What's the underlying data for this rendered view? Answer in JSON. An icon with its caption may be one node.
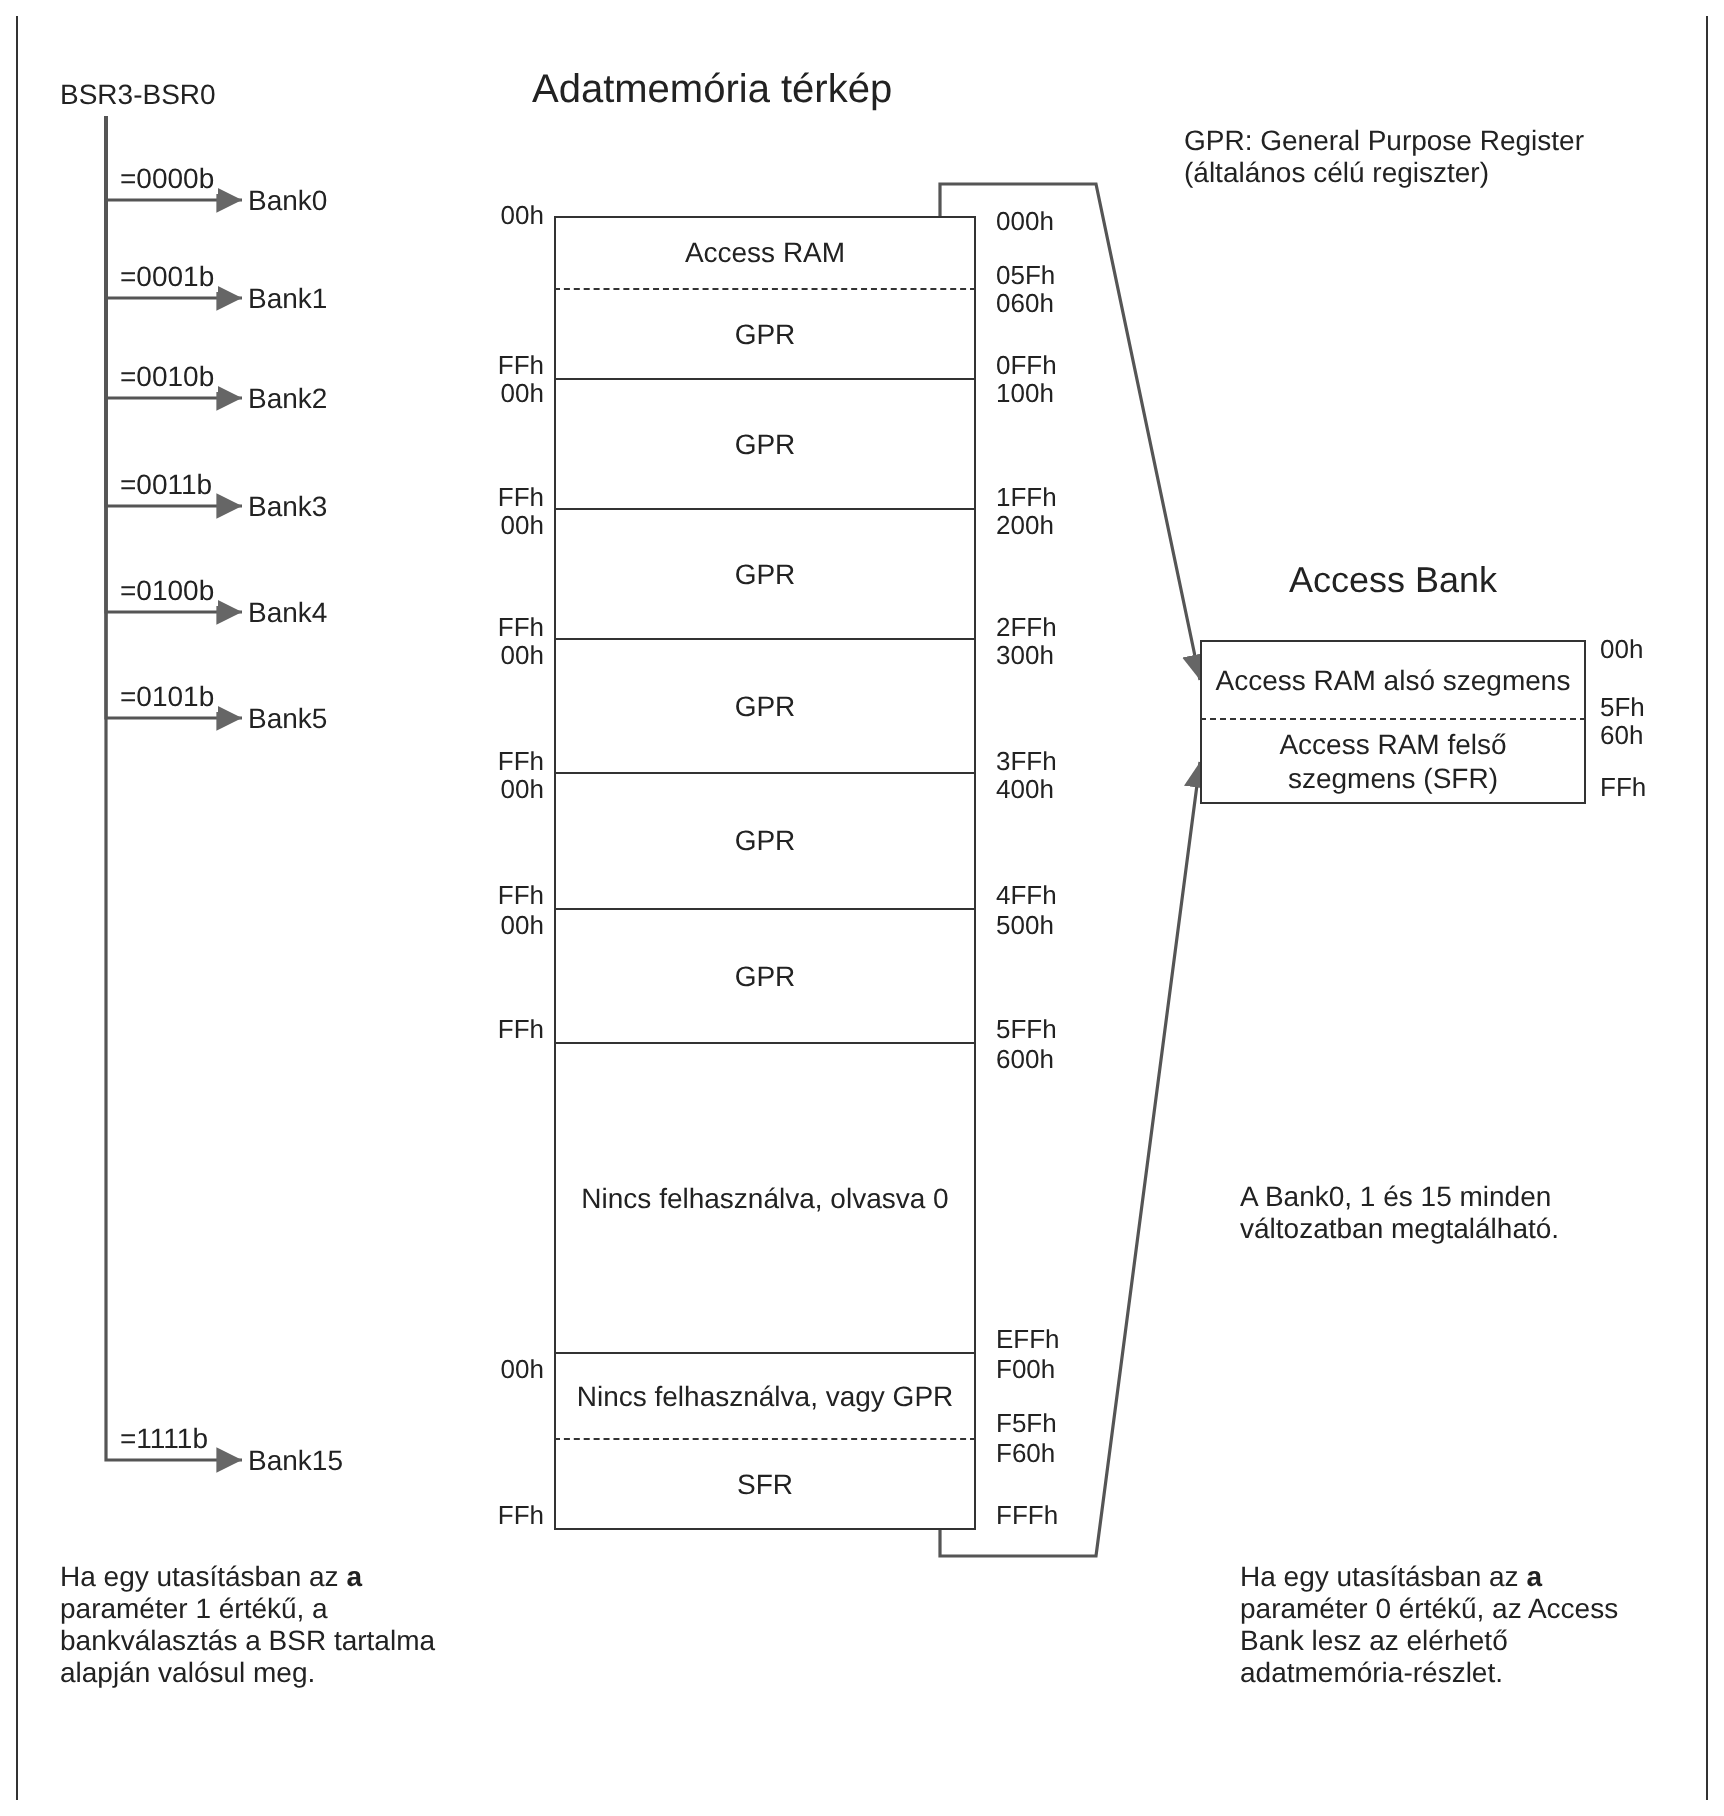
{
  "diagram": {
    "title": "Adatmemória térkép",
    "nodes": [
      {
        "text": [
          "BSR3-BSR0"
        ]
      },
      {
        "text": [
          "Bank0"
        ]
      },
      {
        "text": [
          "Bank1"
        ]
      },
      {
        "text": [
          "Bank2"
        ]
      },
      {
        "text": [
          "Bank3"
        ]
      },
      {
        "text": [
          "Bank4"
        ]
      },
      {
        "text": [
          "Bank5"
        ]
      },
      {
        "text": [
          "Bank15"
        ]
      },
      {
        "text": [
          "Access RAM"
        ],
        "beside": [
          "00h",
          "000h",
          "05Fh"
        ]
      },
      {
        "text": [
          "GPR"
        ],
        "beside": [
          "060h",
          "FFh",
          "0FFh"
        ]
      },
      {
        "text": [
          "GPR"
        ],
        "beside": [
          "00h",
          "100h",
          "FFh",
          "1FFh"
        ]
      },
      {
        "text": [
          "GPR"
        ],
        "beside": [
          "00h",
          "200h",
          "FFh",
          "2FFh"
        ]
      },
      {
        "text": [
          "GPR"
        ],
        "beside": [
          "00h",
          "300h",
          "FFh",
          "3FFh"
        ]
      },
      {
        "text": [
          "GPR"
        ],
        "beside": [
          "00h",
          "400h",
          "FFh",
          "4FFh"
        ]
      },
      {
        "text": [
          "GPR"
        ],
        "beside": [
          "00h",
          "500h",
          "FFh",
          "5FFh"
        ]
      },
      {
        "text": [
          "Nincs felhasználva, olvasva 0"
        ],
        "beside": [
          "600h",
          "EFFh"
        ]
      },
      {
        "text": [
          "Nincs felhasználva, vagy GPR"
        ],
        "beside": [
          "00h",
          "F00h",
          "F5Fh"
        ]
      },
      {
        "text": [
          "SFR"
        ],
        "beside": [
          "F60h",
          "FFh",
          "FFFh"
        ]
      },
      {
        "text": [
          "Access Bank"
        ]
      },
      {
        "text": [
          "Access RAM alsó szegmens"
        ],
        "in": 18,
        "beside": [
          "00h",
          "5Fh"
        ]
      },
      {
        "text": [
          "Access RAM felső szegmens (SFR)"
        ],
        "in": 18,
        "beside": [
          "60h",
          "FFh"
        ]
      }
    ],
    "edges": [
      {
        "from": 0,
        "to": 1,
        "label": "=0000b",
        "arrow": "to"
      },
      {
        "from": 0,
        "to": 2,
        "label": "=0001b",
        "arrow": "to"
      },
      {
        "from": 0,
        "to": 3,
        "label": "=0010b",
        "arrow": "to"
      },
      {
        "from": 0,
        "to": 4,
        "label": "=0011b",
        "arrow": "to"
      },
      {
        "from": 0,
        "to": 5,
        "label": "=0100b",
        "arrow": "to"
      },
      {
        "from": 0,
        "to": 6,
        "label": "=0101b",
        "arrow": "to"
      },
      {
        "from": 0,
        "to": 7,
        "label": "=1111b",
        "arrow": "to"
      },
      {
        "from": 8,
        "to": 19,
        "arrow": "to"
      },
      {
        "from": 17,
        "to": 20,
        "arrow": "to"
      }
    ],
    "labels": [
      "GPR: General Purpose Register (általános célú regiszter)",
      "A Bank0, 1 és 15 minden változatban megtalálható.",
      "Ha egy utasításban az **a** paraméter 1 értékű, a bankválasztás a BSR tartalma alapján valósul meg.",
      "Ha egy utasításban az **a** paraméter 0 értékű, az Access Bank lesz az elérhető adatmemória-részlet."
    ]
  }
}
